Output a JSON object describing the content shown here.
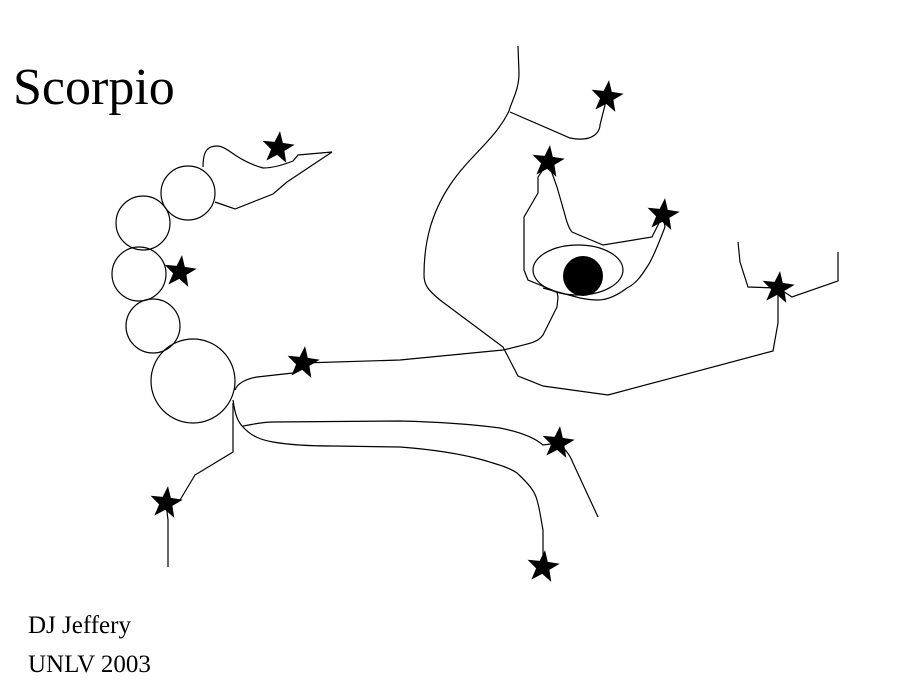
{
  "title": "Scorpio",
  "credit": {
    "author": "DJ Jeffery",
    "institution_year": "UNLV 2003"
  },
  "colors": {
    "ink": "#000000",
    "background": "#ffffff"
  },
  "star_count": 10
}
